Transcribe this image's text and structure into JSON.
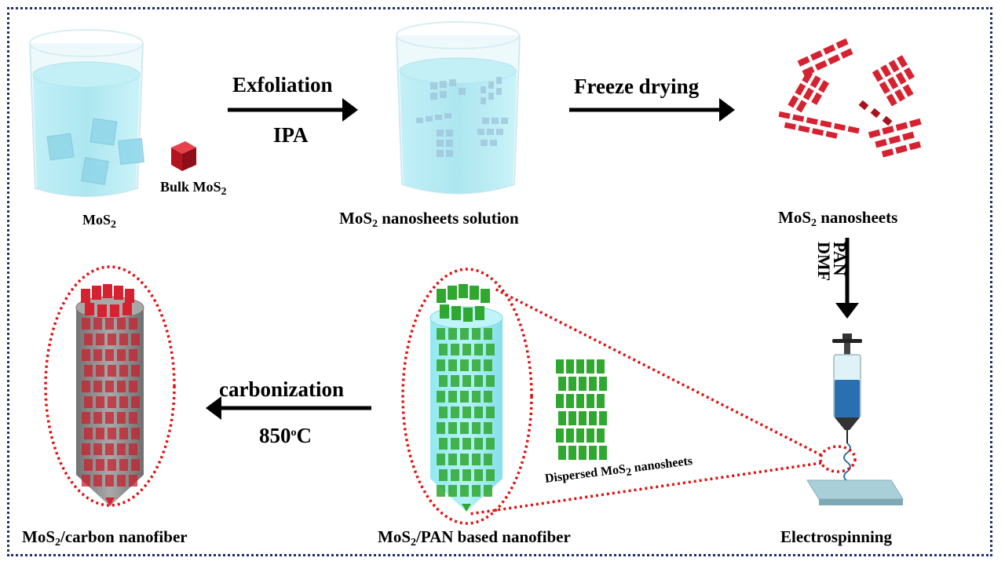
{
  "labels": {
    "mos2_bulk_prefix": "MoS",
    "mos2_bulk_sub": "2",
    "bulk_prefix": "Bulk MoS",
    "bulk_sub": "2",
    "exfoliation": "Exfoliation",
    "ipa": "IPA",
    "solution_prefix": "MoS",
    "solution_sub": "2",
    "solution_suffix": " nanosheets solution",
    "freeze_drying": "Freeze drying",
    "nanosheets_prefix": "MoS",
    "nanosheets_sub": "2",
    "nanosheets_suffix": " nanosheets",
    "pan": "PAN",
    "dmf": "DMF",
    "electrospinning": "Electrospinning",
    "dispersed_prefix": "Dispersed MoS",
    "dispersed_sub": "2",
    "dispersed_suffix": " nanosheets",
    "pan_fiber_prefix": "MoS",
    "pan_fiber_sub": "2",
    "pan_fiber_suffix": "/PAN based nanofiber",
    "carbonization": "carbonization",
    "temp_value": "850",
    "temp_sup": "o",
    "temp_unit": "C",
    "carbon_fiber_prefix": "MoS",
    "carbon_fiber_sub": "2",
    "carbon_fiber_suffix": "/carbon nanofiber"
  },
  "colors": {
    "frame": "#1f2f6b",
    "water": "#a8e6f0",
    "mos2_red": "#d62230",
    "pan_green": "#2fa82f",
    "carbon_gray": "#8a8a8a",
    "dotted_red": "#e01010",
    "syringe_blue": "#2a6fb0"
  }
}
